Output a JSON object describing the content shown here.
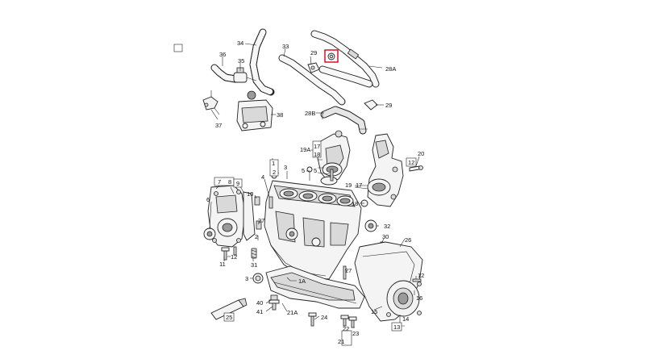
{
  "callouts": {
    "c34": "34",
    "c33": "33",
    "c36": "36",
    "c35": "35",
    "c37": "37",
    "c38": "38",
    "c29a": "29",
    "c28a": "28A",
    "c29b": "29",
    "c28b": "28B",
    "c19a": "19A",
    "c17a": "17",
    "c18a": "18",
    "c5a": "5",
    "c1": "1",
    "c2a": "2",
    "c3a": "3",
    "c4": "4",
    "c5b": "5",
    "c12a": "12",
    "c20": "20",
    "c19": "19",
    "c17b": "17",
    "c18b": "18",
    "c7": "7",
    "c8": "8",
    "c9": "9",
    "c6": "6",
    "c10": "10",
    "c27a": "27",
    "c2b": "2",
    "c12b": "12",
    "c11": "11",
    "c31": "31",
    "c32": "32",
    "c30": "30",
    "c26": "26",
    "c3b": "3",
    "c1a": "1A",
    "c27b": "27",
    "c12c": "12",
    "c16": "16",
    "c40": "40",
    "c41": "41",
    "c21a": "21A",
    "c24": "24",
    "c15": "15",
    "c14": "14",
    "c13": "13",
    "c25": "25",
    "c22": "22",
    "c23": "23",
    "c21": "21"
  }
}
